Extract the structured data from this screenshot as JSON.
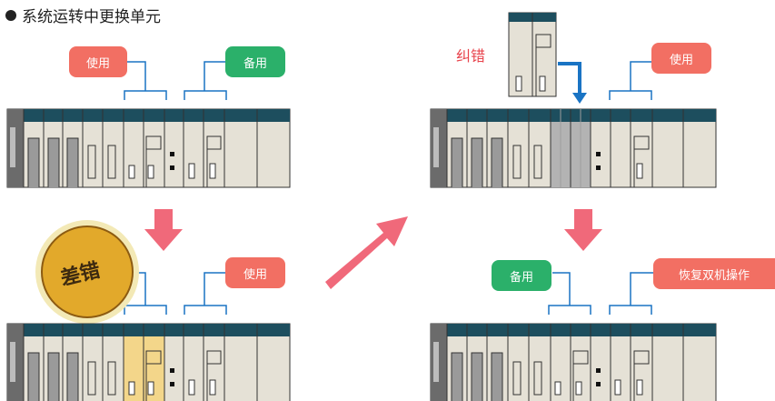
{
  "title": "系统运转中更换单元",
  "panel_tl": {
    "tag_use": "使用",
    "tag_standby": "备用"
  },
  "panel_tr": {
    "label_fix": "纠错",
    "tag_use": "使用"
  },
  "panel_bl": {
    "seal_text": "差错",
    "tag_use": "使用"
  },
  "panel_br": {
    "tag_standby": "备用",
    "tag_restore": "恢复双机操作"
  },
  "colors": {
    "accent_red": "#f26f63",
    "accent_green": "#2bb06a",
    "fix_label": "#e8434c",
    "arrow": "#f0697a",
    "blue_arrow": "#1a74c4",
    "module_header": "#1d4e5e",
    "module_body": "#e5e1d6",
    "error_highlight": "#f3d68a",
    "swap_gray": "#b3b3b3",
    "seal_gold": "#e2a92b"
  },
  "icons": [
    "bullet-icon",
    "down-arrow-icon",
    "diagonal-arrow-icon",
    "insert-arrow-icon",
    "seal-badge-icon"
  ]
}
